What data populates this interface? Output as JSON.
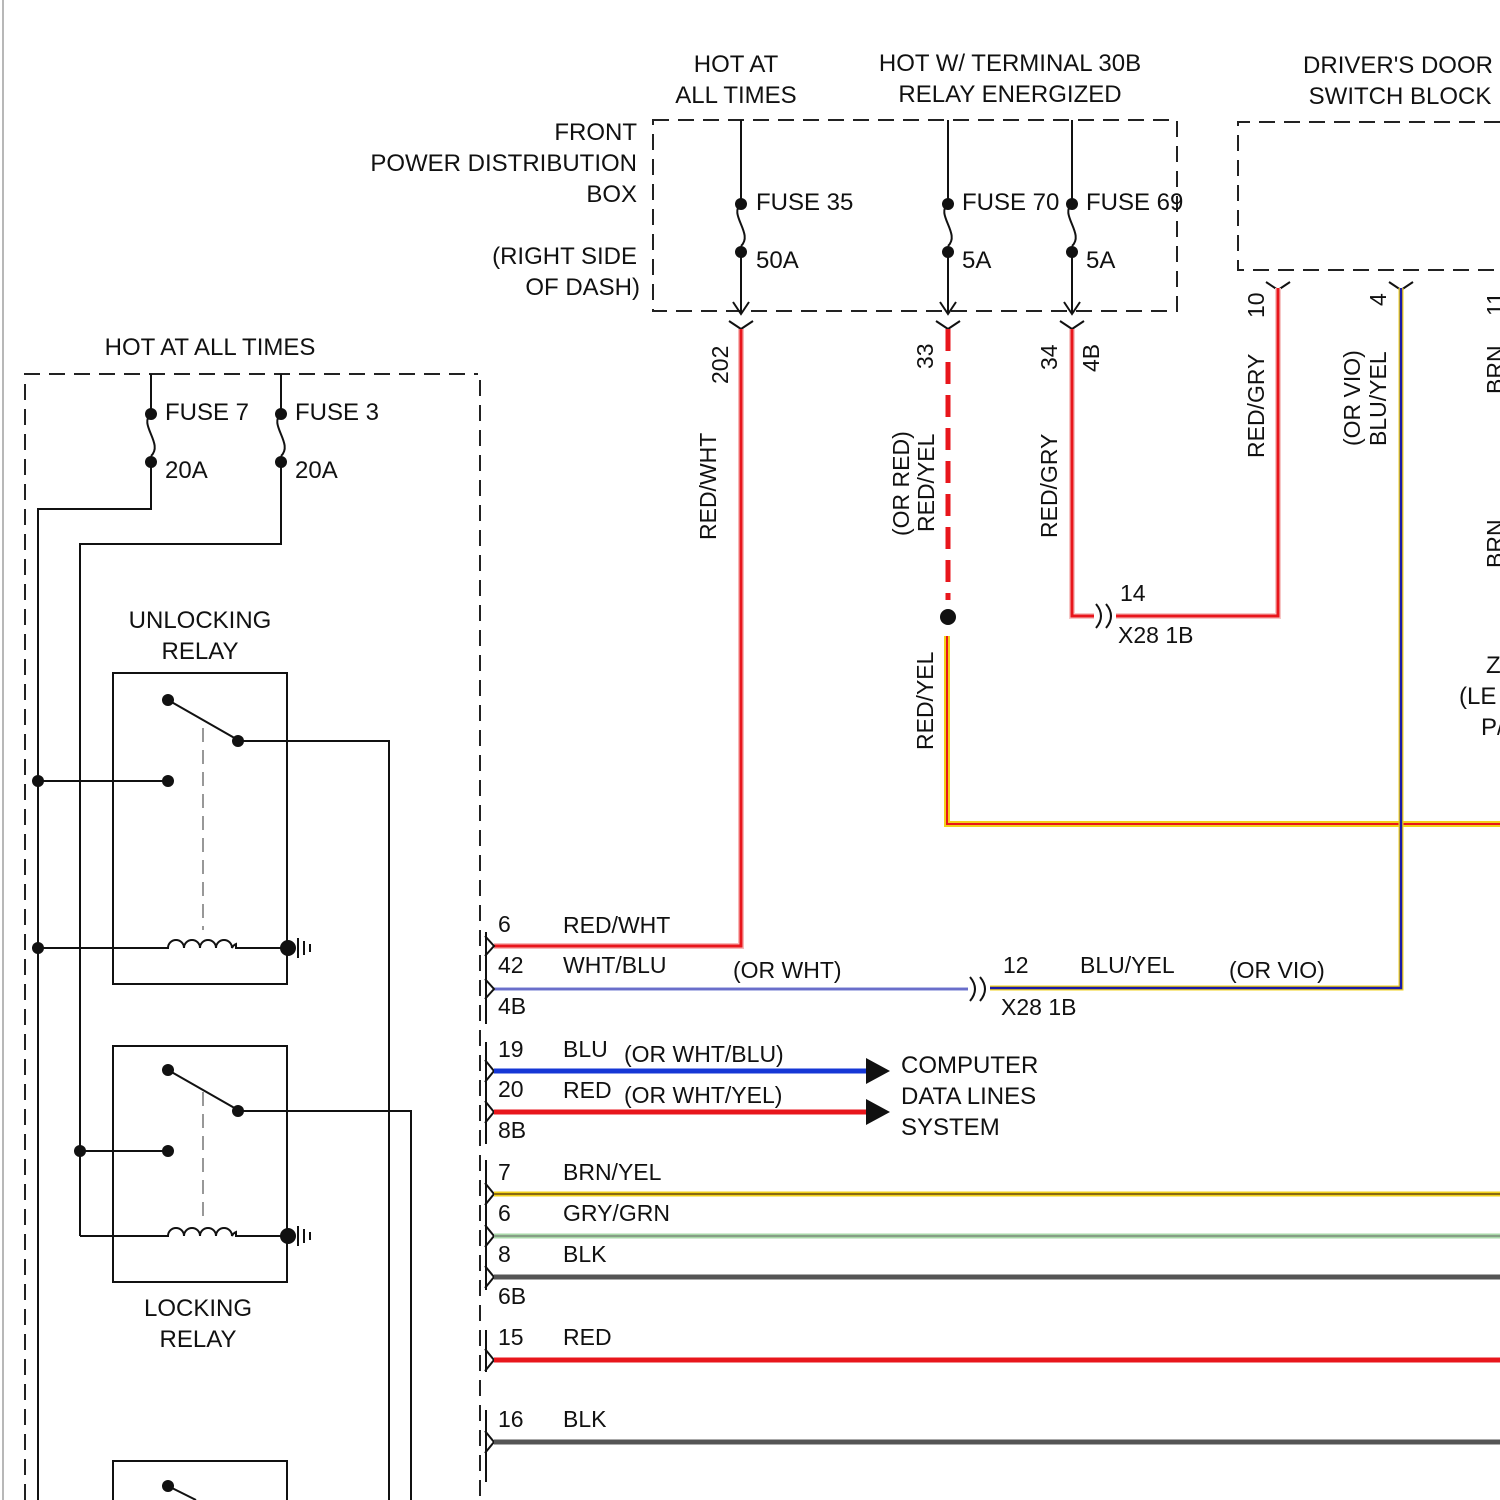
{
  "colors": {
    "red": "#e8161c",
    "yellow": "#f2d21b",
    "blue": "#1a1aa8",
    "bright_blue": "#1537d6",
    "brown": "#8a6a10",
    "green": "#8fc98f",
    "gray": "#555555",
    "black": "#111111"
  },
  "top_labels": {
    "hot_at_all_times_1": "HOT AT",
    "hot_at_all_times_2": "ALL TIMES",
    "hot_terminal_1": "HOT W/ TERMINAL 30B",
    "hot_terminal_2": "RELAY ENERGIZED",
    "drivers_door_1": "DRIVER'S DOOR",
    "drivers_door_2": "SWITCH BLOCK"
  },
  "front_box": {
    "line1": "FRONT",
    "line2": "POWER DISTRIBUTION",
    "line3": "BOX",
    "note1": "(RIGHT SIDE",
    "note2": "OF DASH)",
    "fuses": [
      {
        "name": "FUSE 35",
        "rating": "50A",
        "pin": "202",
        "wire": "RED/WHT"
      },
      {
        "name": "FUSE 70",
        "rating": "5A",
        "pin": "33",
        "wire": "RED/YEL",
        "alt": "(OR RED)"
      },
      {
        "name": "FUSE 69",
        "rating": "5A",
        "pin": "34",
        "connector": "4B",
        "wire": "RED/GRY"
      }
    ]
  },
  "door_block": {
    "pin_10": "10",
    "wire_10": "RED/GRY",
    "pin_4": "4",
    "wire_4": "BLU/YEL",
    "wire_4_alt": "(OR VIO)",
    "partial_labels": [
      "11",
      "BRN",
      "BRN",
      "Z",
      "(LE",
      "P/"
    ]
  },
  "x28": {
    "upper_pin": "14",
    "upper_label": "X28 1B",
    "lower_pin": "12",
    "lower_label": "X28 1B"
  },
  "splice_wire": "RED/YEL",
  "left_box": {
    "title": "HOT AT ALL TIMES",
    "fuse7": "FUSE 7",
    "fuse7_rating": "20A",
    "fuse3": "FUSE 3",
    "fuse3_rating": "20A",
    "unlocking_relay_1": "UNLOCKING",
    "unlocking_relay_2": "RELAY",
    "locking_relay_1": "LOCKING",
    "locking_relay_2": "RELAY"
  },
  "module_rows": [
    {
      "pin": "6",
      "color_name": "RED/WHT",
      "alt": ""
    },
    {
      "pin": "42",
      "color_name": "WHT/BLU",
      "alt": "(OR WHT)"
    },
    {
      "pin": "19",
      "color_name": "BLU",
      "alt": "(OR WHT/BLU)"
    },
    {
      "pin": "20",
      "color_name": "RED",
      "alt": "(OR WHT/YEL)"
    },
    {
      "pin": "7",
      "color_name": "BRN/YEL",
      "alt": ""
    },
    {
      "pin": "6",
      "color_name": "GRY/GRN",
      "alt": ""
    },
    {
      "pin": "8",
      "color_name": "BLK",
      "alt": ""
    },
    {
      "pin": "15",
      "color_name": "RED",
      "alt": ""
    },
    {
      "pin": "16",
      "color_name": "BLK",
      "alt": ""
    }
  ],
  "module_connectors": [
    "4B",
    "8B",
    "6B"
  ],
  "computer": {
    "line1": "COMPUTER",
    "line2": "DATA LINES",
    "line3": "SYSTEM"
  }
}
